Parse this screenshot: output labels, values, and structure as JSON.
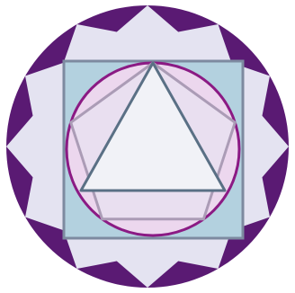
{
  "figure": {
    "shapes": [
      "outer-disc",
      "twelve-point-star",
      "square",
      "inscribed-circle",
      "pentagon",
      "triangle"
    ],
    "colors": {
      "background": "#ffffff",
      "outer_disc": "#5a1a73",
      "star_fill": "#e4e3f1",
      "square_fill": "#b3d1df",
      "square_stroke": "#7d8aa0",
      "circle_fill": "#ecd7ee",
      "circle_stroke": "#8b1a84",
      "pentagon_fill": "#e9dff0",
      "pentagon_stroke": "#ab9cb6",
      "triangle_fill": "#f1f2f7",
      "triangle_stroke": "#5a7085"
    }
  }
}
